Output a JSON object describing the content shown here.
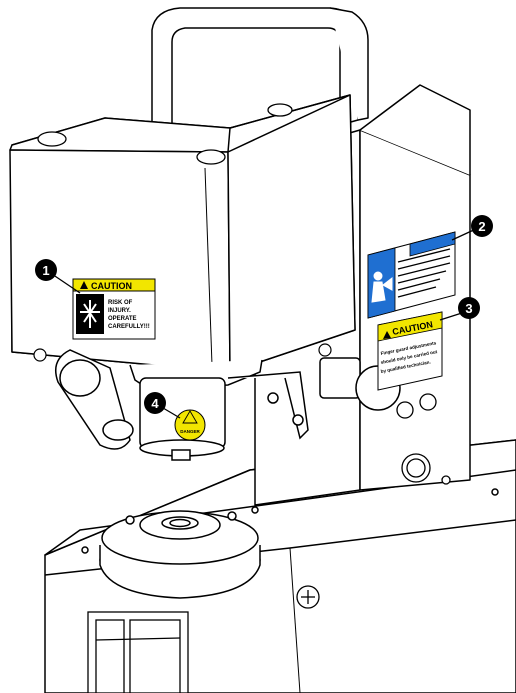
{
  "callouts": [
    {
      "number": "1",
      "target": "caution-label-front"
    },
    {
      "number": "2",
      "target": "warning-label-side"
    },
    {
      "number": "3",
      "target": "caution-label-side"
    },
    {
      "number": "4",
      "target": "round-yellow-label"
    }
  ],
  "labels": {
    "front_caution": {
      "header": "CAUTION",
      "lines": [
        "RISK OF",
        "INJURY.",
        "OPERATE",
        "CAREFULLY!!!"
      ]
    },
    "side_caution": {
      "header": "CAUTION",
      "lines": [
        "Finger guard adjustments",
        "should only be carried out",
        "by qualified technician."
      ]
    },
    "round_label": {
      "text": "DANGER"
    }
  },
  "colors": {
    "caution_yellow": "#f2e600",
    "warning_blue": "#1f6fd1",
    "outline": "#000000",
    "body_fill": "#ffffff"
  }
}
